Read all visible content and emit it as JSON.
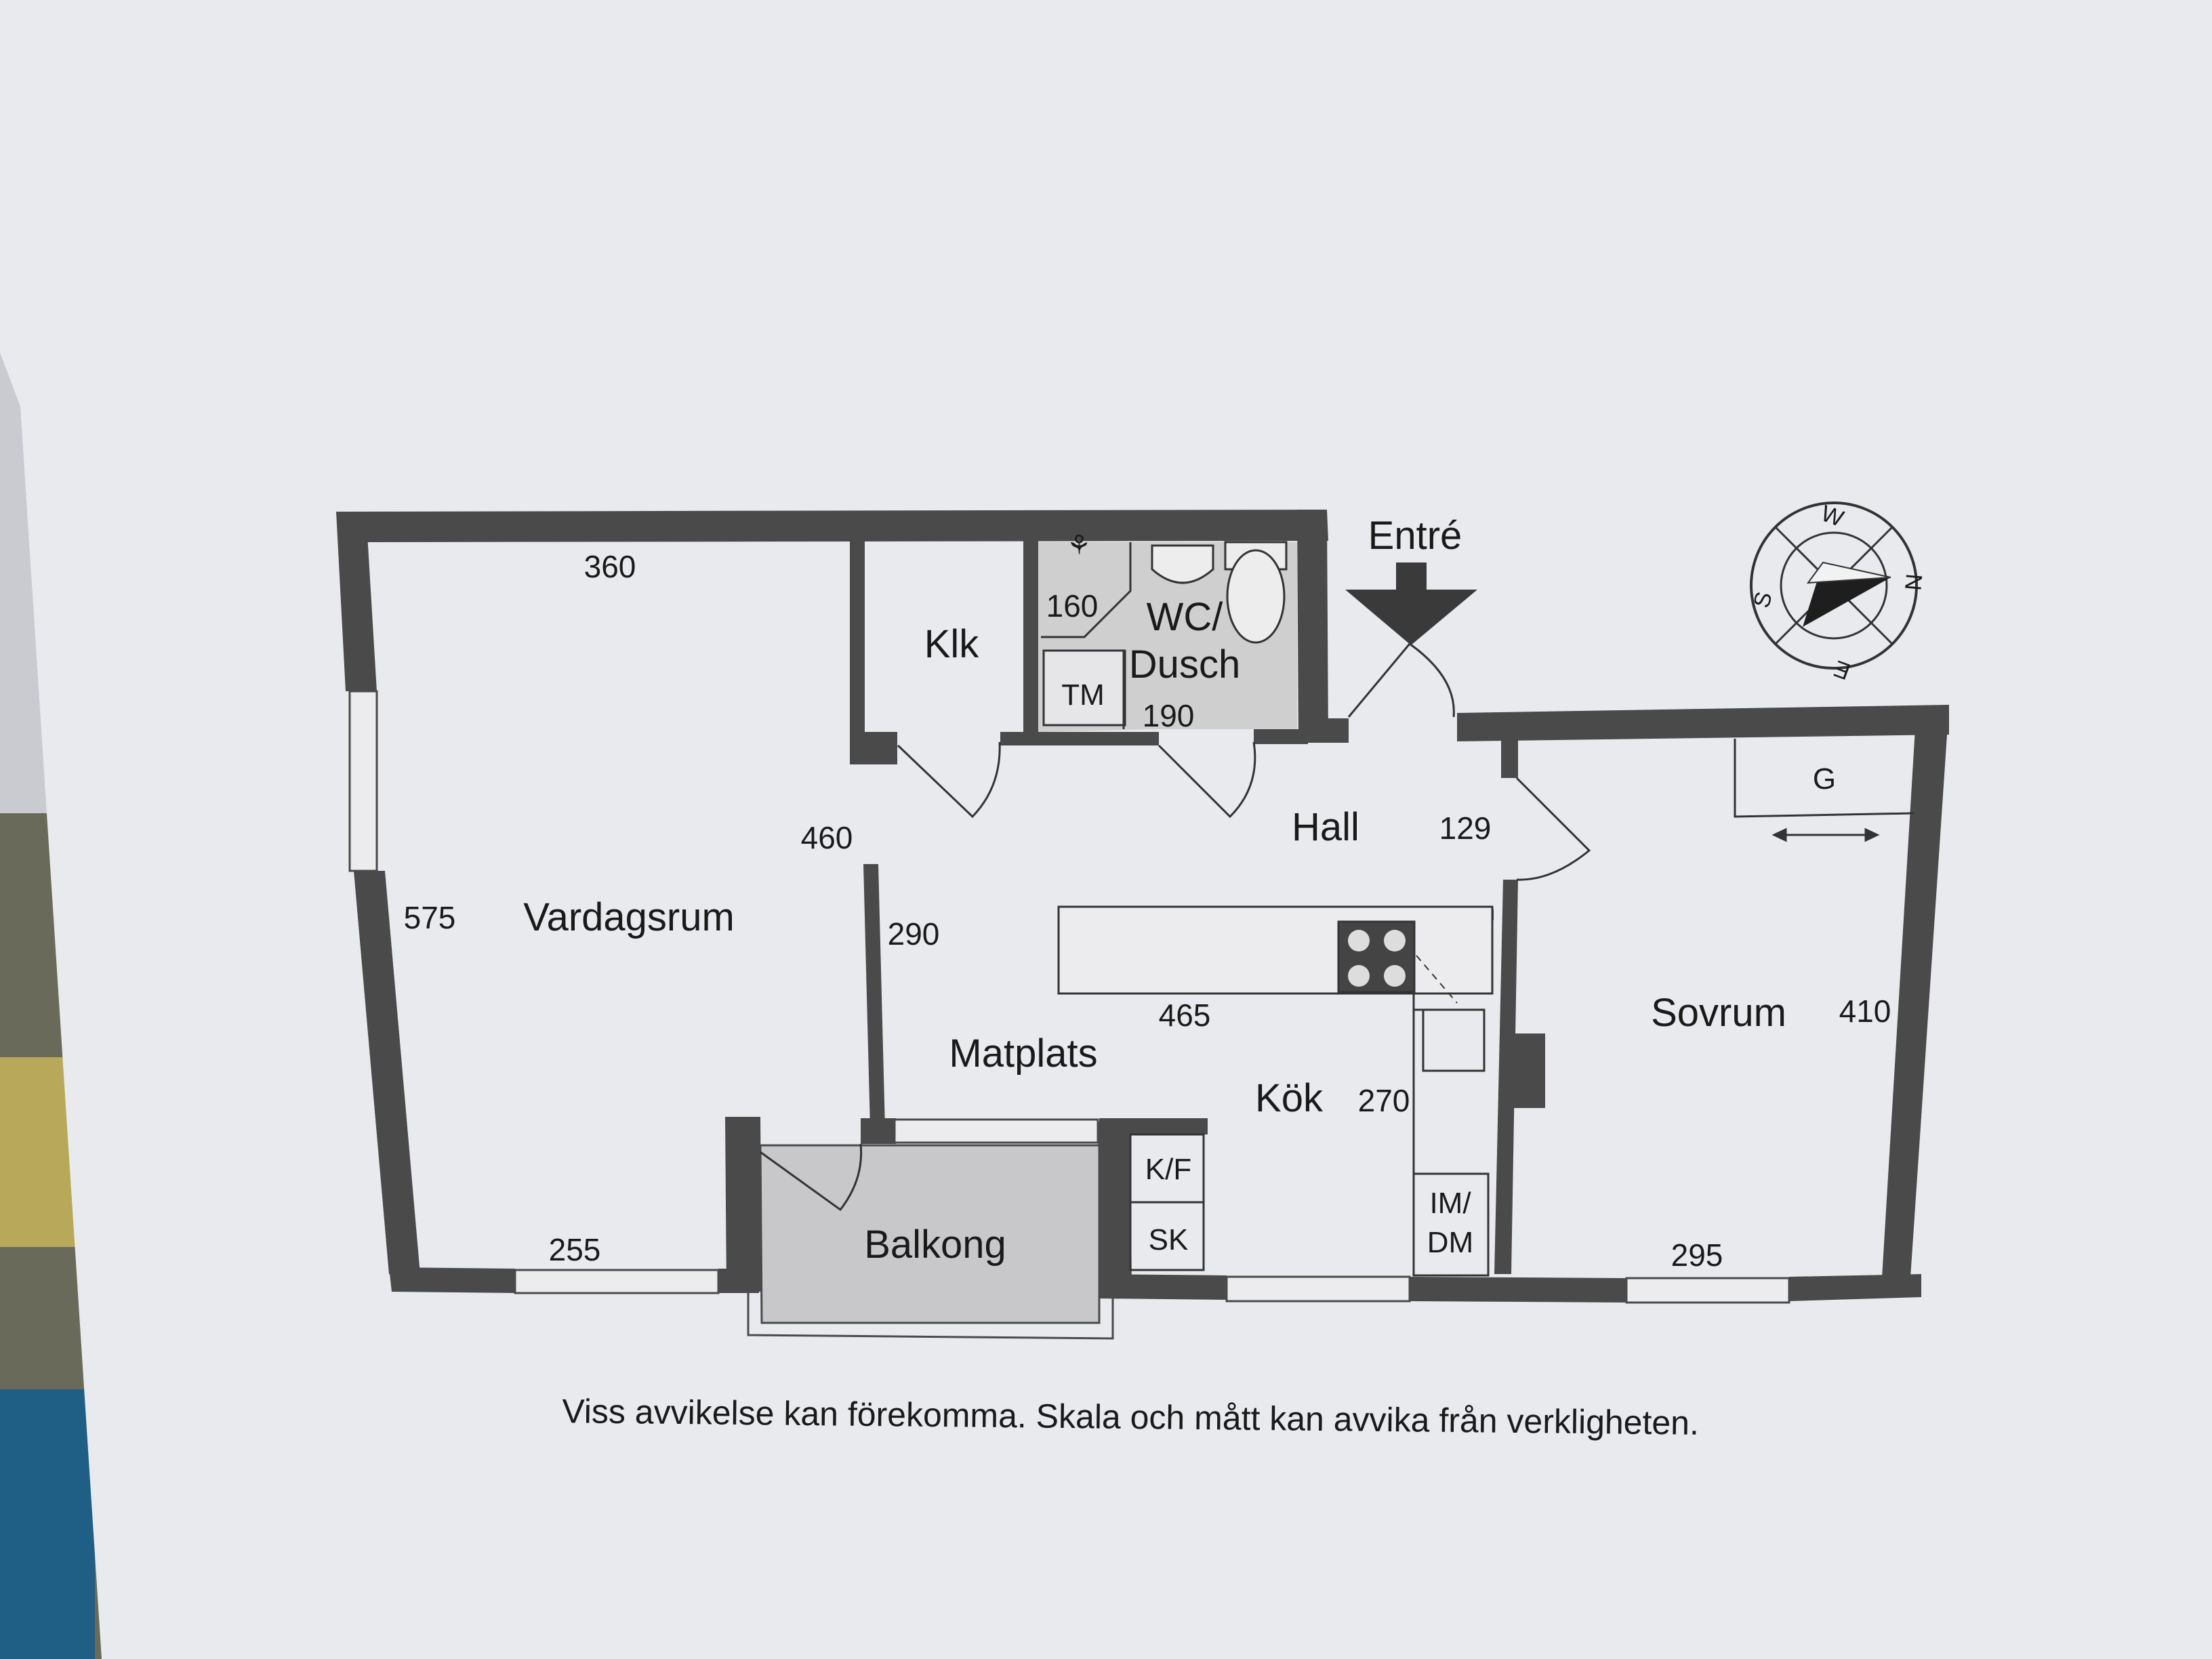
{
  "entrance": {
    "label": "Entré"
  },
  "compass": {
    "letters": [
      "W",
      "N",
      "E",
      "S"
    ]
  },
  "rooms": {
    "living": {
      "name": "Vardagsrum",
      "dims": [
        "360",
        "575",
        "255"
      ]
    },
    "closet": {
      "name": "Klk"
    },
    "bathroom": {
      "name_line1": "WC/",
      "name_line2": "Dusch",
      "dims": [
        "160",
        "190"
      ],
      "washer": "TM"
    },
    "hall": {
      "name": "Hall",
      "dims": [
        "129"
      ]
    },
    "dining": {
      "name": "Matplats",
      "dims": [
        "460",
        "290"
      ]
    },
    "kitchen": {
      "name": "Kök",
      "dims": [
        "465",
        "270"
      ],
      "fridge": "K/F",
      "cabinet": "SK",
      "dishwasher_line1": "IM/",
      "dishwasher_line2": "DM"
    },
    "bedroom": {
      "name": "Sovrum",
      "dims": [
        "410",
        "295"
      ],
      "wardrobe": "G"
    },
    "balcony": {
      "name": "Balkong"
    }
  },
  "disclaimer": "Viss avvikelse kan förekomma. Skala och mått kan avvika från verkligheten.",
  "colors": {
    "wall": "#4a4a4a",
    "paper": "#ebecef",
    "wet_floor": "#cfcfcf"
  }
}
